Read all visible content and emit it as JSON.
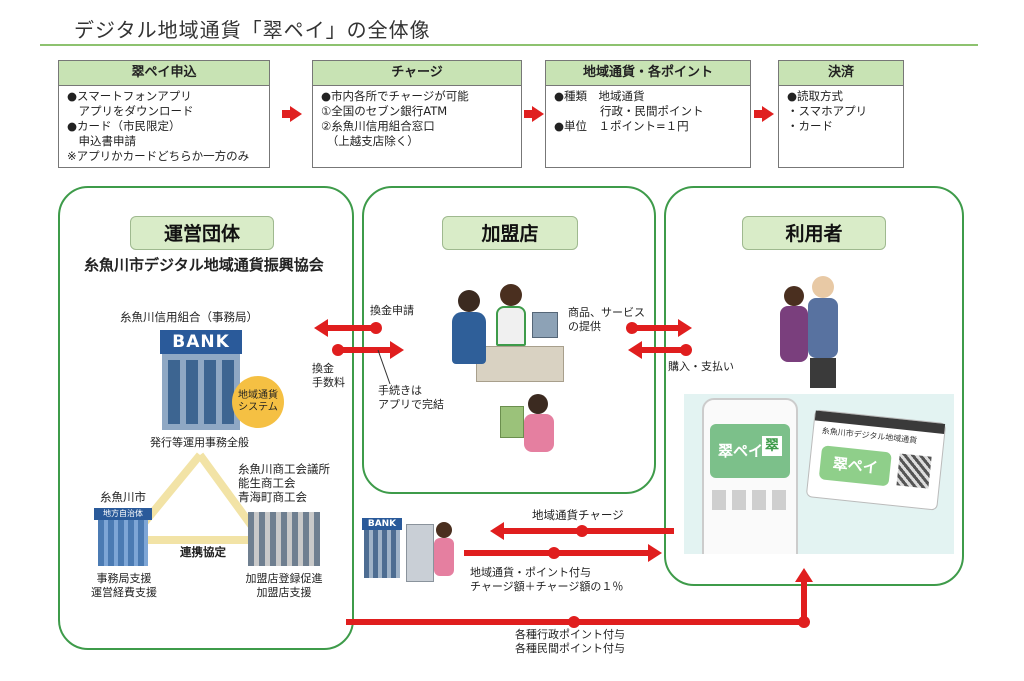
{
  "title": "デジタル地域通貨「翠ペイ」の全体像",
  "steps": [
    {
      "head": "翠ペイ申込",
      "body": "●スマートフォンアプリ\n　アプリをダウンロード\n●カード（市民限定）\n　申込書申請\n※アプリかカードどちらか一方のみ"
    },
    {
      "head": "チャージ",
      "body": "●市内各所でチャージが可能\n①全国のセブン銀行ATM\n②糸魚川信用組合窓口\n　（上越支店除く）"
    },
    {
      "head": "地域通貨・各ポイント",
      "body": "●種類　地域通貨\n　　　　行政・民間ポイント\n●単位　１ポイント=１円"
    },
    {
      "head": "決済",
      "body": "●読取方式\n・スマホアプリ\n・カード"
    }
  ],
  "panels": {
    "operator": {
      "label": "運営団体",
      "subtitle": "糸魚川市デジタル地域通貨振興協会",
      "bank_caption": "糸魚川信用組合（事務局）",
      "bank_sign": "BANK",
      "system_badge": "地域通貨\nシステム",
      "bank_role": "発行等運用事務全般",
      "city": "糸魚川市",
      "city_sign": "地方自治体",
      "city_role": "事務局支援\n運営経費支援",
      "chambers": "糸魚川商工会議所\n能生商工会\n青海町商工会",
      "chambers_role": "加盟店登録促進\n加盟店支援",
      "cooperation": "連携協定"
    },
    "merchant": {
      "label": "加盟店",
      "app_note": "手続きは\nアプリで完結"
    },
    "user": {
      "label": "利用者",
      "app_brand": "翠ペイ",
      "app_kanji": "翠",
      "card_title": "糸魚川市デジタル地域通貨",
      "card_brand": "翠ペイ"
    }
  },
  "flows": {
    "exchange_request": "換金申請",
    "exchange_fee": "換金\n手数料",
    "goods": "商品、サービス\nの提供",
    "purchase": "購入・支払い",
    "charge": "地域通貨チャージ",
    "grant": "地域通貨・ポイント付与\nチャージ額＋チャージ額の１％",
    "atm_sign": "BANK",
    "points": "各種行政ポイント付与\n各種民間ポイント付与"
  },
  "colors": {
    "accent_green": "#3e9b4a",
    "label_bg": "#d9ecc8",
    "arrow_red": "#e01e1e",
    "bank_blue": "#2a5a9a"
  }
}
